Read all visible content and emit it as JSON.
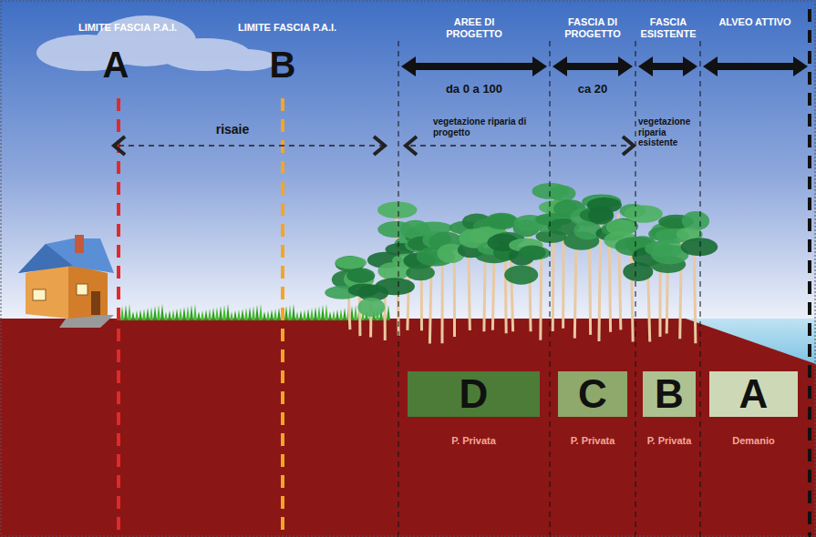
{
  "diagram": {
    "nodes": [
      {
        "text": [
          "D",
          "P. Privata"
        ]
      },
      {
        "text": [
          "C",
          "P. Privata"
        ]
      },
      {
        "text": [
          "B",
          "P. Privata"
        ]
      },
      {
        "text": [
          "A",
          "Demanio"
        ]
      }
    ],
    "labels": [
      "LIMITE FASCIA P.A.I.",
      "A",
      "LIMITE FASCIA P.A.I.",
      "B",
      "AREE DI PROGETTO",
      "FASCIA DI PROGETTO",
      "FASCIA ESISTENTE",
      "ALVEO ATTIVO",
      "da 0 a 100",
      "ca 20",
      "risaie",
      "vegetazione riparia di progetto",
      "vegetazione riparia esistente"
    ]
  }
}
